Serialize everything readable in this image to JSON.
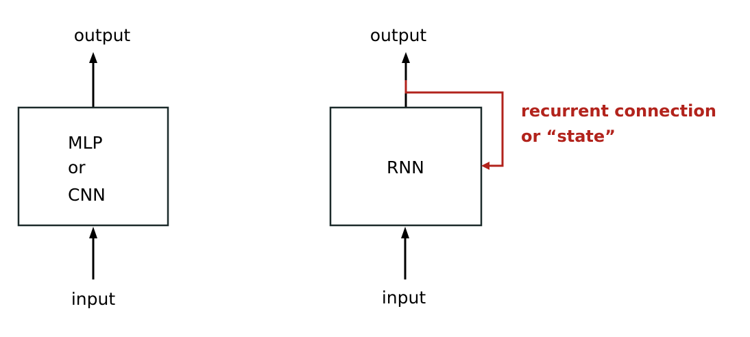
{
  "left_block": {
    "output_label": "output",
    "input_label": "input",
    "box_lines": [
      "MLP",
      "or",
      "CNN"
    ]
  },
  "right_block": {
    "output_label": "output",
    "input_label": "input",
    "box_label": "RNN"
  },
  "recurrent": {
    "line1": "recurrent connection",
    "line2": "or “state”"
  },
  "colors": {
    "stroke": "#1b2a2a",
    "arrow": "#000000",
    "recurrent": "#b2231c"
  }
}
